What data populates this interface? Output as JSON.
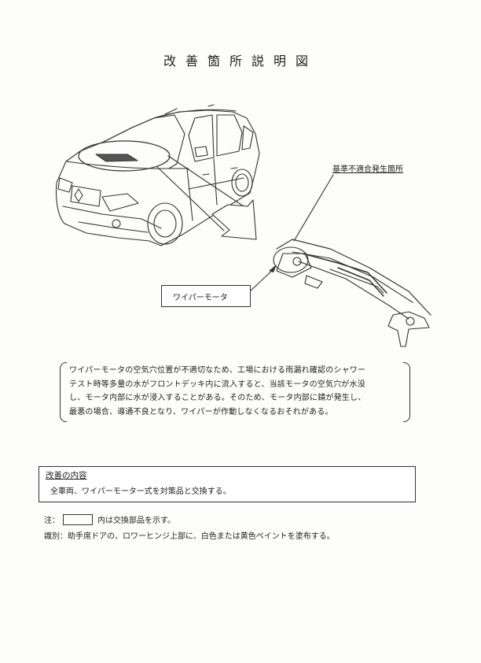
{
  "document": {
    "title": "改善箇所説明図",
    "callout_defect": "基準不適合発生箇所",
    "callout_part": "ワイパーモータ",
    "description_lines": [
      "ワイパーモータの空気穴位置が不適切なため、工場における雨漏れ確認のシャワー",
      "テスト時等多量の水がフロントデッキ内に流入すると、当該モータの空気穴が水没",
      "し、モータ内部に水が浸入することがある。そのため、モータ内部に錆が発生し、",
      "最悪の場合、導通不良となり、ワイパーが作動しなくなるおそれがある。"
    ],
    "improvement": {
      "heading": "改善の内容",
      "body": "全車両、ワイパーモーター式を対策品と交換する。"
    },
    "note": {
      "prefix": "注：",
      "suffix": "内は交換部品を示す。"
    },
    "identification": "識別：助手席ドアの、ロワーヒンジ上部に、白色または黄色ペイントを塗布する。"
  }
}
